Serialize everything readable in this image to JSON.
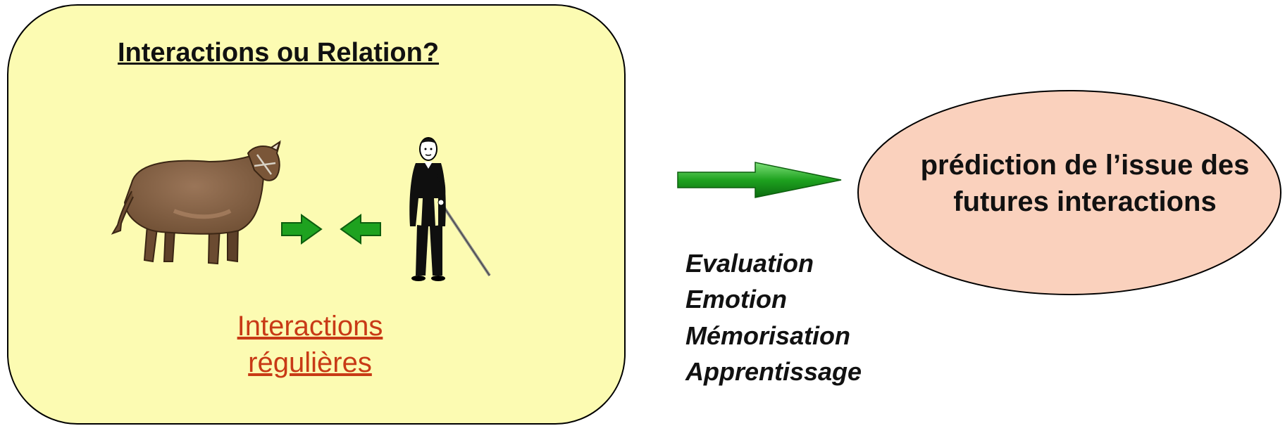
{
  "panel": {
    "title": "Interactions ou Relation?",
    "subtitle_line1": "Interactions",
    "subtitle_line2": "régulières",
    "background_color": "#fcfbb2",
    "subtitle_color": "#c83a16"
  },
  "process_words": [
    "Evaluation",
    "Emotion",
    "Mémorisation",
    "Apprentissage"
  ],
  "outcome": {
    "line1": "prédiction de l’issue des",
    "line2": "futures interactions",
    "fill_color": "#fad1bd"
  },
  "illustrations": {
    "animal": "bull-illustration",
    "person": "handler-illustration",
    "arrow_color": "#1ea21f"
  }
}
